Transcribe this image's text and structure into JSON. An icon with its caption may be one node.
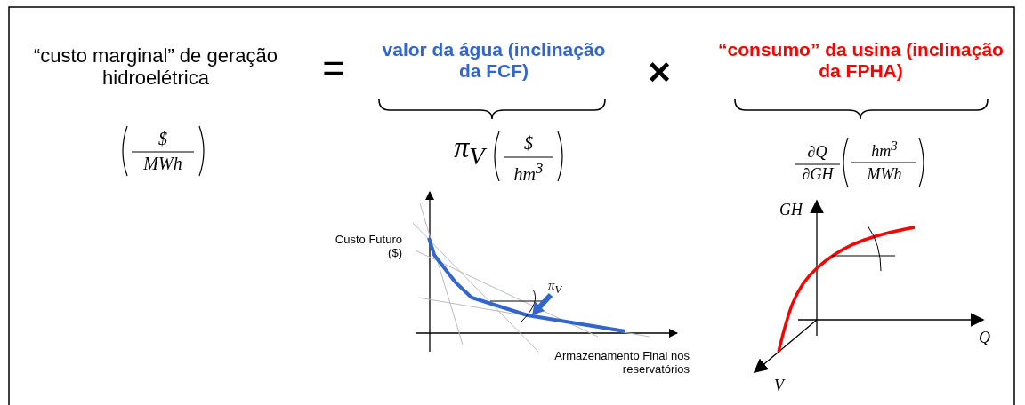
{
  "diagram": {
    "labels": [
      "“custo marginal” de geração hidroelétrica",
      "=",
      "valor da água (inclinação da FCF)",
      "×",
      "“consumo” da usina (inclinação da FPHA)",
      "$",
      "MWh",
      "π$_{V}$",
      "$",
      "hm$^{3}$",
      "∂Q",
      "∂GH",
      "hm$^{3}$",
      "MWh",
      "Custo Futuro ($)",
      "π$_{V}$",
      "Armazenamento Final nos reservatórios",
      "GH",
      "Q",
      "V"
    ]
  }
}
